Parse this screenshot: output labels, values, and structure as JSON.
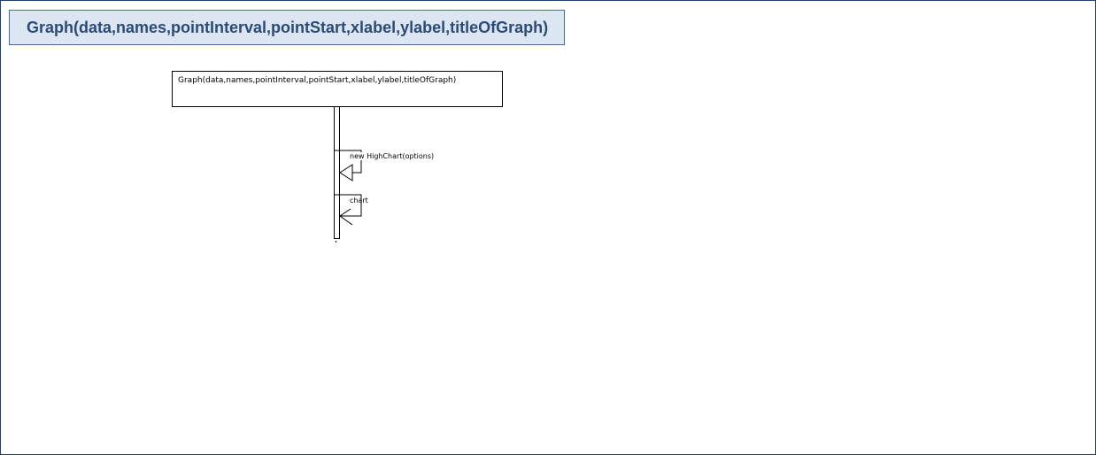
{
  "title": "Graph(data,names,pointInterval,pointStart,xlabel,ylabel,titleOfGraph)",
  "lifeline": {
    "label": "Graph(data,names,pointInterval,pointStart,xlabel,ylabel,titleOfGraph)"
  },
  "messages": [
    {
      "label": "new HighChart(options)"
    },
    {
      "label": "chart"
    }
  ]
}
